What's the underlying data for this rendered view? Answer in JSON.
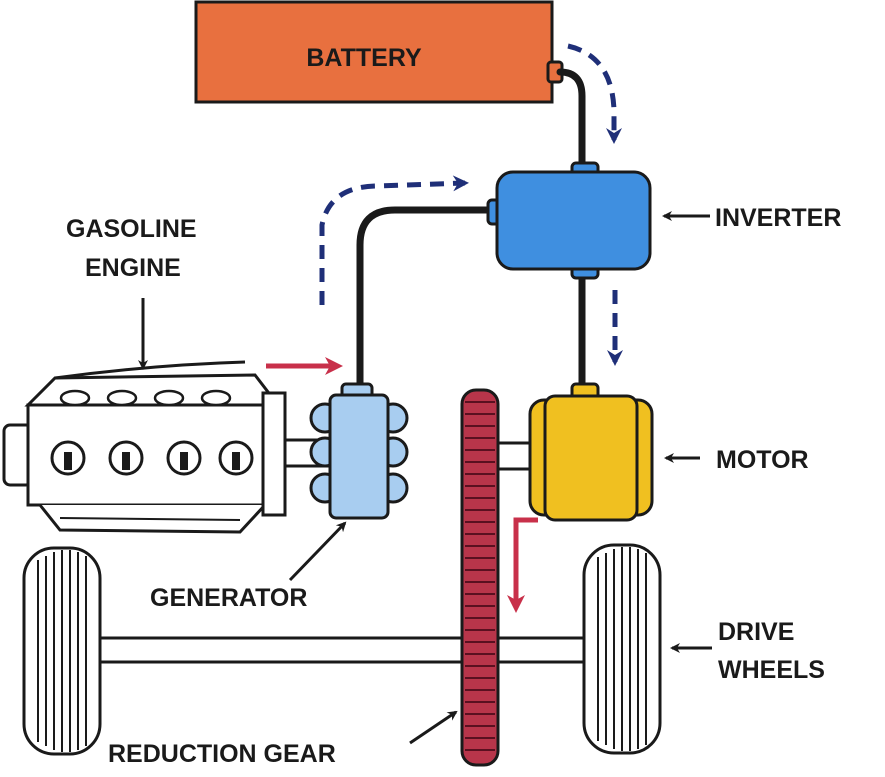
{
  "labels": {
    "battery": "BATTERY",
    "engine_line1": "GASOLINE",
    "engine_line2": "ENGINE",
    "inverter": "INVERTER",
    "motor": "MOTOR",
    "generator": "GENERATOR",
    "wheels_line1": "DRIVE",
    "wheels_line2": "WHEELS",
    "gear": "REDUCTION GEAR"
  },
  "colors": {
    "battery": "#e8703f",
    "inverter": "#3f8fe0",
    "motor": "#f0c020",
    "generator": "#a8cdf0",
    "gear": "#b8354a",
    "electric_flow": "#1f2f78",
    "mechanical_flow": "#c8304a",
    "outline": "#1a1a1a"
  }
}
